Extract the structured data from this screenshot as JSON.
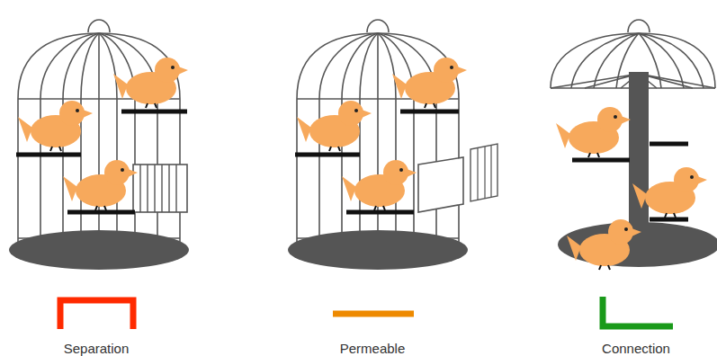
{
  "diagram": {
    "labels": [
      "Separation",
      "Permeable",
      "Connection"
    ]
  }
}
